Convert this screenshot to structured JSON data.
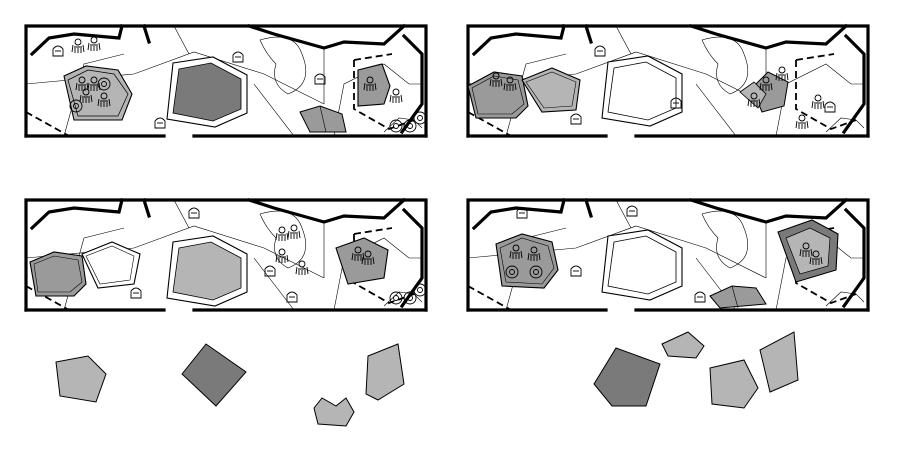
{
  "palette": {
    "background": "#ffffff",
    "stroke": "#000000",
    "fill_light": "#b5b5b5",
    "fill_medium": "#9a9a9a",
    "fill_dark": "#7a7a7a"
  },
  "panels": [
    {
      "name": "plan-top-left",
      "highlight": [
        "table-left",
        "table-center",
        "table-right",
        "ramp-piece"
      ]
    },
    {
      "name": "plan-top-right",
      "highlight": [
        "table-left",
        "table-left-b",
        "table-right"
      ]
    },
    {
      "name": "plan-bottom-left",
      "highlight": [
        "table-left",
        "table-center",
        "table-right"
      ]
    },
    {
      "name": "plan-bottom-right",
      "highlight": [
        "table-left",
        "table-right",
        "ramp-piece"
      ]
    }
  ],
  "legend_shapes": {
    "left_group": [
      "pentagon-light",
      "pentagon-dark",
      "polygon-light",
      "polygon-notched"
    ],
    "right_group": [
      "pentagon-dark",
      "polygon-small",
      "polygon-light",
      "polygon-tall"
    ]
  }
}
